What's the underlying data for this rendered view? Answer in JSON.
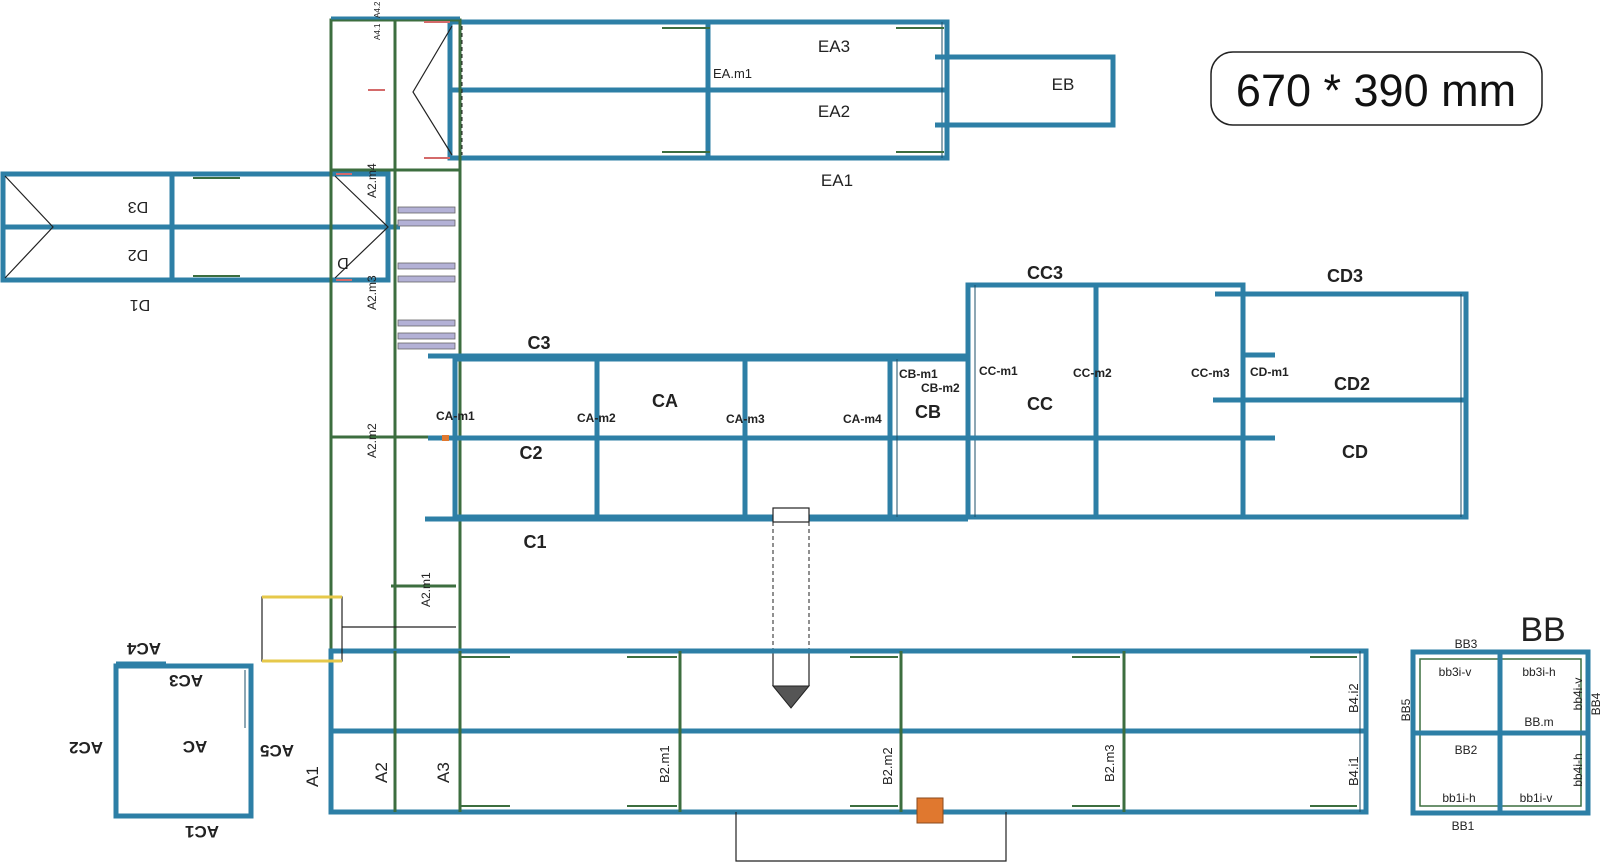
{
  "dimensions_label": "670 * 390 mm",
  "group_labels": {
    "ea3": "EA3",
    "ea2": "EA2",
    "ea1": "EA1",
    "eam1": "EA.m1",
    "eb": "EB",
    "d1": "D1",
    "d2": "D2",
    "d3": "D3",
    "d": "D",
    "a1": "A1",
    "a2": "A2",
    "a3": "A3",
    "a41": "A4.1",
    "a42": "A4.2",
    "a2m1": "A2.m1",
    "a2m2": "A2.m2",
    "a2m3": "A2.m3",
    "a2m4": "A2.m4",
    "c1": "C1",
    "c2": "C2",
    "c3": "C3",
    "ca": "CA",
    "cam1": "CA-m1",
    "cam2": "CA-m2",
    "cam3": "CA-m3",
    "cam4": "CA-m4",
    "cb": "CB",
    "cbm1": "CB-m1",
    "cbm2": "CB-m2",
    "cc": "CC",
    "cc3": "CC3",
    "ccm1": "CC-m1",
    "ccm2": "CC-m2",
    "ccm3": "CC-m3",
    "cd": "CD",
    "cd2": "CD2",
    "cd3": "CD3",
    "cdm1": "CD-m1",
    "b2m1": "B2.m1",
    "b2m2": "B2.m2",
    "b2m3": "B2.m3",
    "b4i1": "B4.i1",
    "b4i2": "B4.i2",
    "ac": "AC",
    "ac1": "AC1",
    "ac2": "AC2",
    "ac3": "AC3",
    "ac4": "AC4",
    "ac5": "AC5",
    "bb": "BB",
    "bb1": "BB1",
    "bb2": "BB2",
    "bb3": "BB3",
    "bb4": "BB4",
    "bb5": "BB5",
    "bbm": "BB.m",
    "bb3iv": "bb3i-v",
    "bb3ih": "bb3i-h",
    "bb4iv": "bb4i-v",
    "bb4ih": "bb4i-h",
    "bb1ih": "bb1i-h",
    "bb1iv": "bb1i-v"
  },
  "colors": {
    "shelf_blue": "#2d7fa6",
    "shelf_dark": "#1c4f6a",
    "frame_green": "#3c6e3f",
    "accent_orange": "#e0782f",
    "accent_yellow": "#e6c84a",
    "rung_lilac": "#b3b1d6"
  }
}
